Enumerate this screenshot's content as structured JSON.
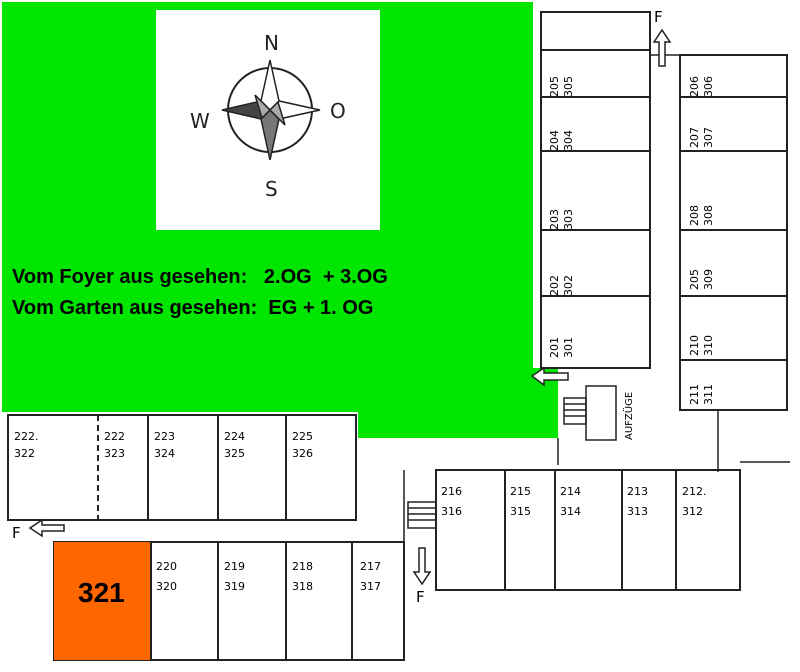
{
  "headline": {
    "line1": "Vom Foyer aus gesehen:   2.OG  + 3.OG",
    "line2": "Vom Garten aus gesehen:  EG + 1. OG"
  },
  "compass": {
    "north": "N",
    "south": "S",
    "west": "W",
    "east": "O"
  },
  "colors": {
    "garden": "#00e600",
    "highlight": "#ff6600",
    "lines": "#222222"
  },
  "highlight_room": {
    "number": "321"
  },
  "exit_label": "F",
  "elevator_label": "AUFZÜGE",
  "rooms": {
    "east_wing_left": [
      {
        "upper": "205",
        "lower": "305"
      },
      {
        "upper": "204",
        "lower": "304"
      },
      {
        "upper": "203",
        "lower": "303"
      },
      {
        "upper": "202",
        "lower": "302"
      },
      {
        "upper": "201",
        "lower": "301"
      }
    ],
    "east_wing_right": [
      {
        "upper": "206",
        "lower": "306"
      },
      {
        "upper": "207",
        "lower": "307"
      },
      {
        "upper": "208",
        "lower": "308"
      },
      {
        "upper": "205",
        "lower": "309"
      },
      {
        "upper": "210",
        "lower": "310"
      },
      {
        "upper": "211",
        "lower": "311"
      }
    ],
    "west_top": [
      {
        "upper": "222.",
        "lower": "322"
      },
      {
        "upper": "222",
        "lower": "323"
      },
      {
        "upper": "223",
        "lower": "324"
      },
      {
        "upper": "224",
        "lower": "325"
      },
      {
        "upper": "225",
        "lower": "326"
      }
    ],
    "west_bottom": [
      {
        "upper": "220",
        "lower": "320"
      },
      {
        "upper": "219",
        "lower": "319"
      },
      {
        "upper": "218",
        "lower": "318"
      },
      {
        "upper": "217",
        "lower": "317"
      }
    ],
    "south_block": [
      {
        "upper": "216",
        "lower": "316"
      },
      {
        "upper": "215",
        "lower": "315"
      },
      {
        "upper": "214",
        "lower": "314"
      },
      {
        "upper": "213",
        "lower": "313"
      },
      {
        "upper": "212.",
        "lower": "312"
      }
    ]
  }
}
